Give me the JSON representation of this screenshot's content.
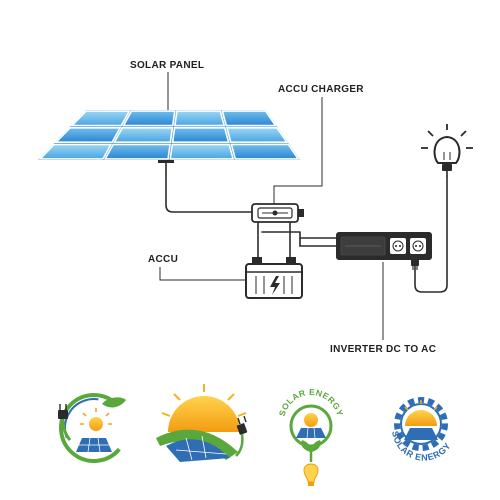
{
  "labels": {
    "solar_panel": "SOLAR PANEL",
    "accu_charger": "ACCU CHARGER",
    "accu": "ACCU",
    "inverter": "INVERTER DC TO AC"
  },
  "logos": {
    "solar_energy_1": "SOLAR ENERGY",
    "solar_energy_2": "SOLAR ENERGY"
  },
  "colors": {
    "panel_dark": "#1f6fc0",
    "panel_mid": "#3a93dc",
    "panel_light": "#7ec6ef",
    "sun": "#f6b21a",
    "leaf": "#5aa83c",
    "ink": "#2b2b2b"
  },
  "icons": [
    "lightbulb-icon",
    "battery-icon",
    "plug-icon",
    "socket-icon",
    "leaf-icon",
    "sun-icon",
    "gear-icon"
  ]
}
